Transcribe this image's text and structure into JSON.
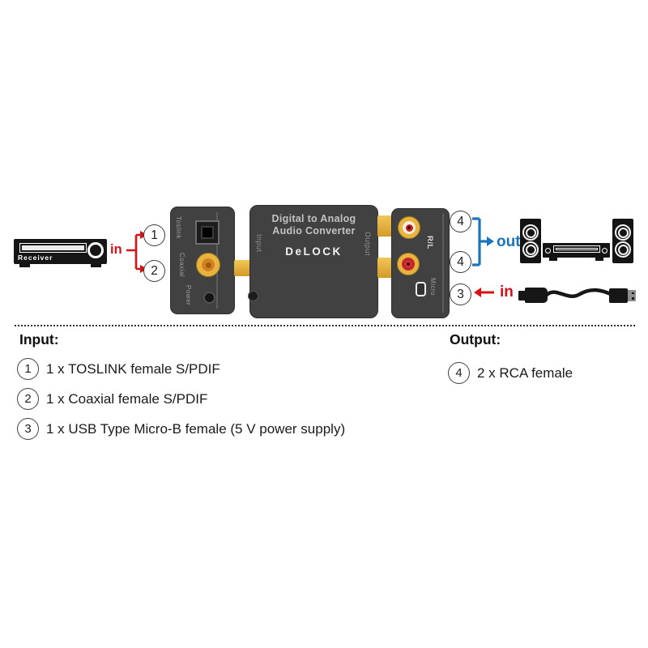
{
  "product": {
    "receiver_label": "Receiver",
    "converter": {
      "title_line1": "Digital to Analog",
      "title_line2": "Audio Converter",
      "brand": "DeLOCK",
      "side_input": "Input",
      "side_output": "Output"
    },
    "left_panel": {
      "toslink_label": "Toslink",
      "coaxial_label": "Coaxial",
      "power_label": "Power"
    },
    "right_panel": {
      "rl_label": "R/L",
      "micro_label": "Micro"
    }
  },
  "callouts": {
    "n1": "1",
    "n2": "2",
    "n3": "3",
    "n4": "4"
  },
  "flow_labels": {
    "in_left": "in",
    "out_right": "out",
    "in_right": "in"
  },
  "legend": {
    "input_heading": "Input:",
    "output_heading": "Output:",
    "input_items": [
      {
        "num": "1",
        "text": "1 x TOSLINK female S/PDIF"
      },
      {
        "num": "2",
        "text": "1 x Coaxial female S/PDIF"
      },
      {
        "num": "3",
        "text": "1 x USB Type Micro-B female (5 V power supply)"
      }
    ],
    "output_items": [
      {
        "num": "4",
        "text": "2 x RCA female"
      }
    ]
  },
  "colors": {
    "accent_red": "#d51317",
    "accent_blue": "#1b75bc",
    "connector_gold": "#e8b43f",
    "device_body": "#414141"
  }
}
